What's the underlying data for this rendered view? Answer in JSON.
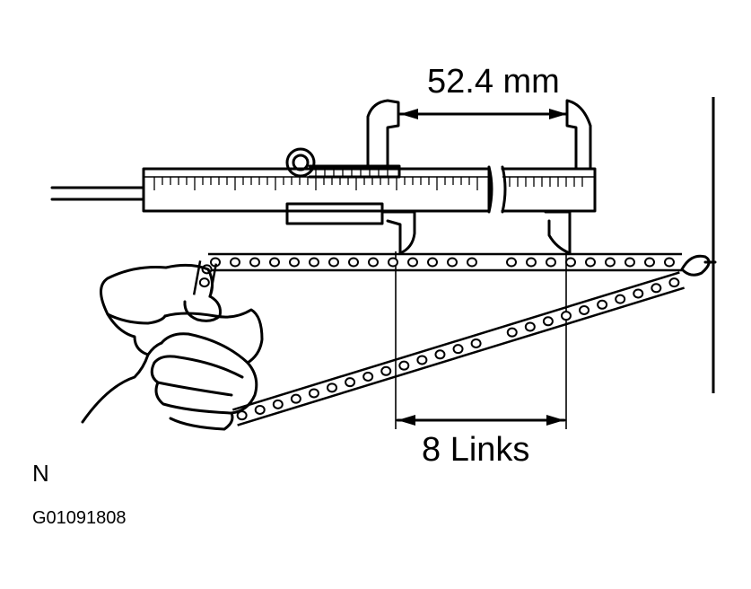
{
  "figure": {
    "measurement_label": "52.4 mm",
    "links_label": "8 Links",
    "orientation_marker": "N",
    "figure_code": "G01091808"
  },
  "colors": {
    "ink": "#000000",
    "background": "#ffffff"
  },
  "chain": {
    "link_count_measured": 8
  }
}
